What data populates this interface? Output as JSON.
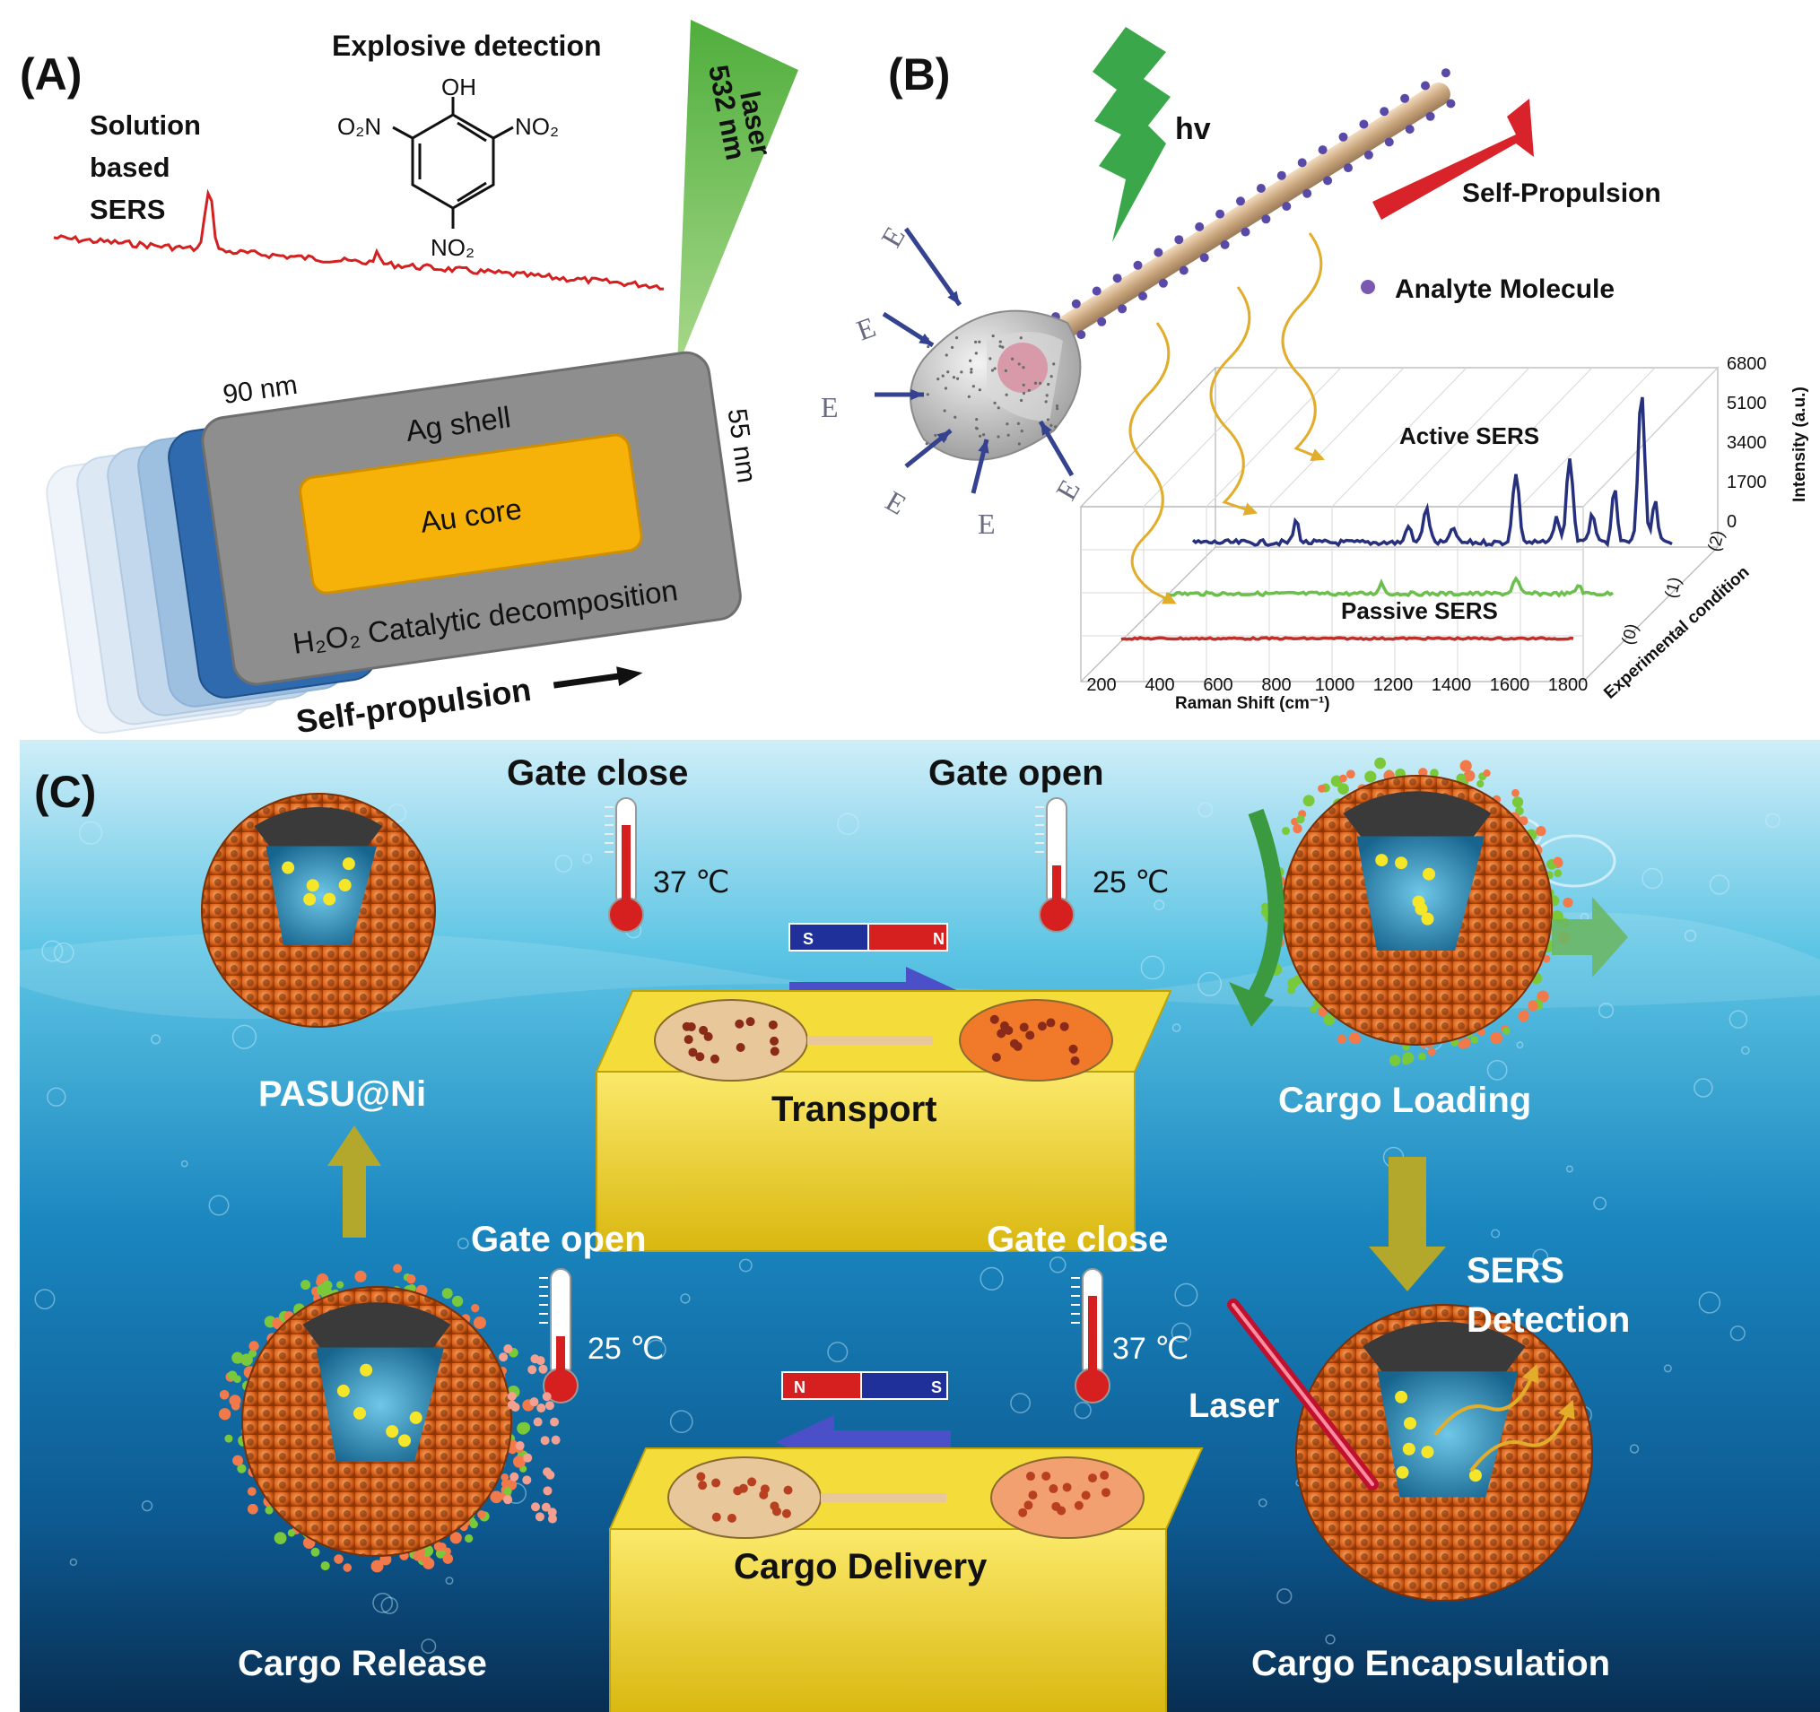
{
  "panel_a": {
    "label": "(A)",
    "explosive_title": "Explosive detection",
    "oh": "OH",
    "o2n": "O₂N",
    "no2_right": "NO₂",
    "no2_bottom": "NO₂",
    "solution_line1": "Solution",
    "solution_line2": "based",
    "solution_line3": "SERS",
    "laser_line1": "532 nm",
    "laser_line2": "laser",
    "dim_width": "90 nm",
    "dim_height": "55 nm",
    "shell_label": "Ag shell",
    "core_label": "Au core",
    "decomp_label": "H₂O₂ Catalytic decomposition",
    "propulsion_label": "Self-propulsion",
    "colors": {
      "spectrum": "#d42020",
      "shell": "#8e8e8e",
      "core": "#f7b20a",
      "trail": "#2e6aad",
      "laser": "#5fb246"
    }
  },
  "panel_b": {
    "label": "(B)",
    "hv": "hv",
    "self_propulsion": "Self-Propulsion",
    "analyte_legend": "Analyte Molecule",
    "e_label": "E",
    "active_label": "Active SERS",
    "passive_label": "Passive SERS",
    "x_axis_title": "Raman Shift (cm⁻¹)",
    "x_ticks": [
      "200",
      "400",
      "600",
      "800",
      "1000",
      "1200",
      "1400",
      "1600",
      "1800"
    ],
    "y_axis_title": "Intensity (a.u.)",
    "y_ticks": [
      "0",
      "1700",
      "3400",
      "5100",
      "6800"
    ],
    "z_axis_title": "Experimental condition",
    "z_ticks": [
      "(0)",
      "(1)",
      "(2)"
    ],
    "colors": {
      "active": "#27307d",
      "passive": "#6cbf4c",
      "control": "#c0302a",
      "arrow": "#d8232a",
      "photon": "#e8b83a",
      "bolt": "#3aa84a"
    }
  },
  "panel_c": {
    "label": "(C)",
    "gate_close_top": "Gate close",
    "gate_open_top": "Gate open",
    "temp_37_top": "37 ℃",
    "temp_25_top": "25 ℃",
    "pasu": "PASU@Ni",
    "transport": "Transport",
    "cargo_loading": "Cargo Loading",
    "gate_open_mid": "Gate open",
    "gate_close_mid": "Gate close",
    "temp_25_bottom": "25 ℃",
    "temp_37_bottom": "37 ℃",
    "sers_line1": "SERS",
    "sers_line2": "Detection",
    "laser": "Laser",
    "cargo_delivery": "Cargo Delivery",
    "cargo_release": "Cargo  Release",
    "cargo_encapsulation": "Cargo Encapsulation",
    "magnet_top": [
      "S",
      "N"
    ],
    "magnet_bottom": [
      "N",
      "S"
    ],
    "colors": {
      "water_top": "#bfe6f3",
      "water_bottom": "#0b3c6a",
      "chip": "#f1d21c",
      "sphere": "#e06a1f"
    }
  }
}
